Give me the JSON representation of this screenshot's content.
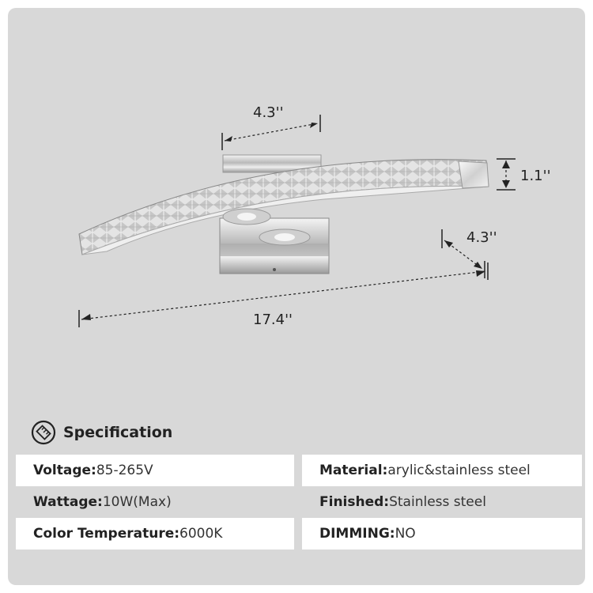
{
  "dimensions": {
    "top_width": "4.3''",
    "height": "1.1''",
    "depth": "4.3''",
    "length": "17.4''"
  },
  "specification": {
    "title": "Specification",
    "icon": "ruler-circle-icon",
    "rows": [
      [
        {
          "label": "Voltage:",
          "value": "85-265V"
        },
        {
          "label": "Material:",
          "value": "arylic&stainless steel"
        }
      ],
      [
        {
          "label": "Wattage:",
          "value": "10W(Max)"
        },
        {
          "label": "Finished:",
          "value": "Stainless steel"
        }
      ],
      [
        {
          "label": "Color Temperature:",
          "value": "6000K"
        },
        {
          "label": "DIMMING:",
          "value": "NO"
        }
      ]
    ]
  },
  "colors": {
    "card_background": "#d8d8d8",
    "row_background": "#ffffff",
    "text": "#222222"
  }
}
